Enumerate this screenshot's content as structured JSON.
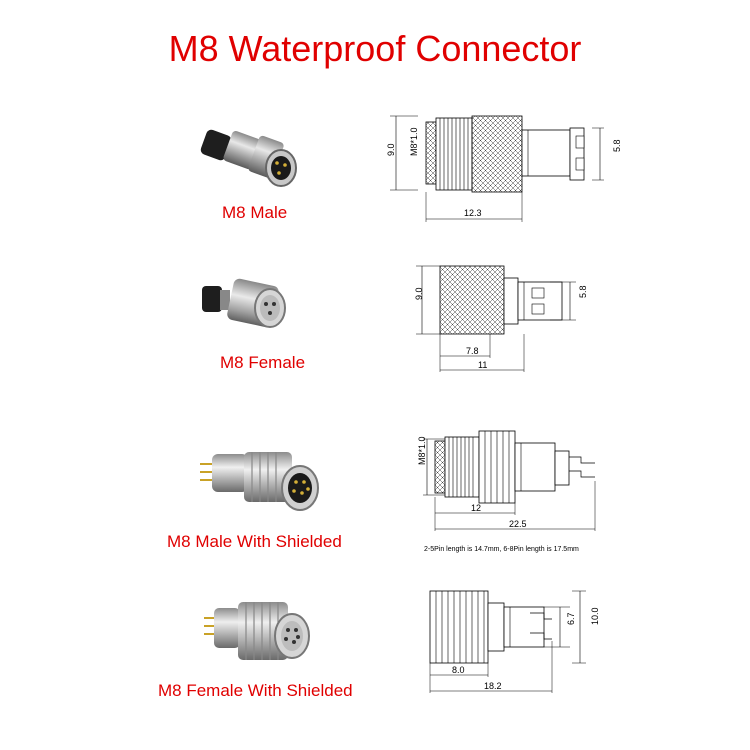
{
  "title": "M8 Waterproof Connector",
  "products": [
    {
      "label": "M8 Male",
      "dims": {
        "d1": "9.0",
        "d2": "M8*1.0",
        "d3": "5.8",
        "d4": "12.3"
      }
    },
    {
      "label": "M8 Female",
      "dims": {
        "d1": "9.0",
        "d2": "5.8",
        "d3": "7.8",
        "d4": "11"
      }
    },
    {
      "label": "M8 Male With Shielded",
      "dims": {
        "d1": "M8*1.0",
        "d2": "12",
        "d3": "22.5"
      },
      "note": "2-5Pin length is 14.7mm, 6-8Pin length is 17.5mm"
    },
    {
      "label": "M8 Female With Shielded",
      "dims": {
        "d1": "6.7",
        "d2": "10.0",
        "d3": "8.0",
        "d4": "18.2"
      }
    }
  ],
  "colors": {
    "title": "#e00000",
    "labels": "#e00000"
  }
}
